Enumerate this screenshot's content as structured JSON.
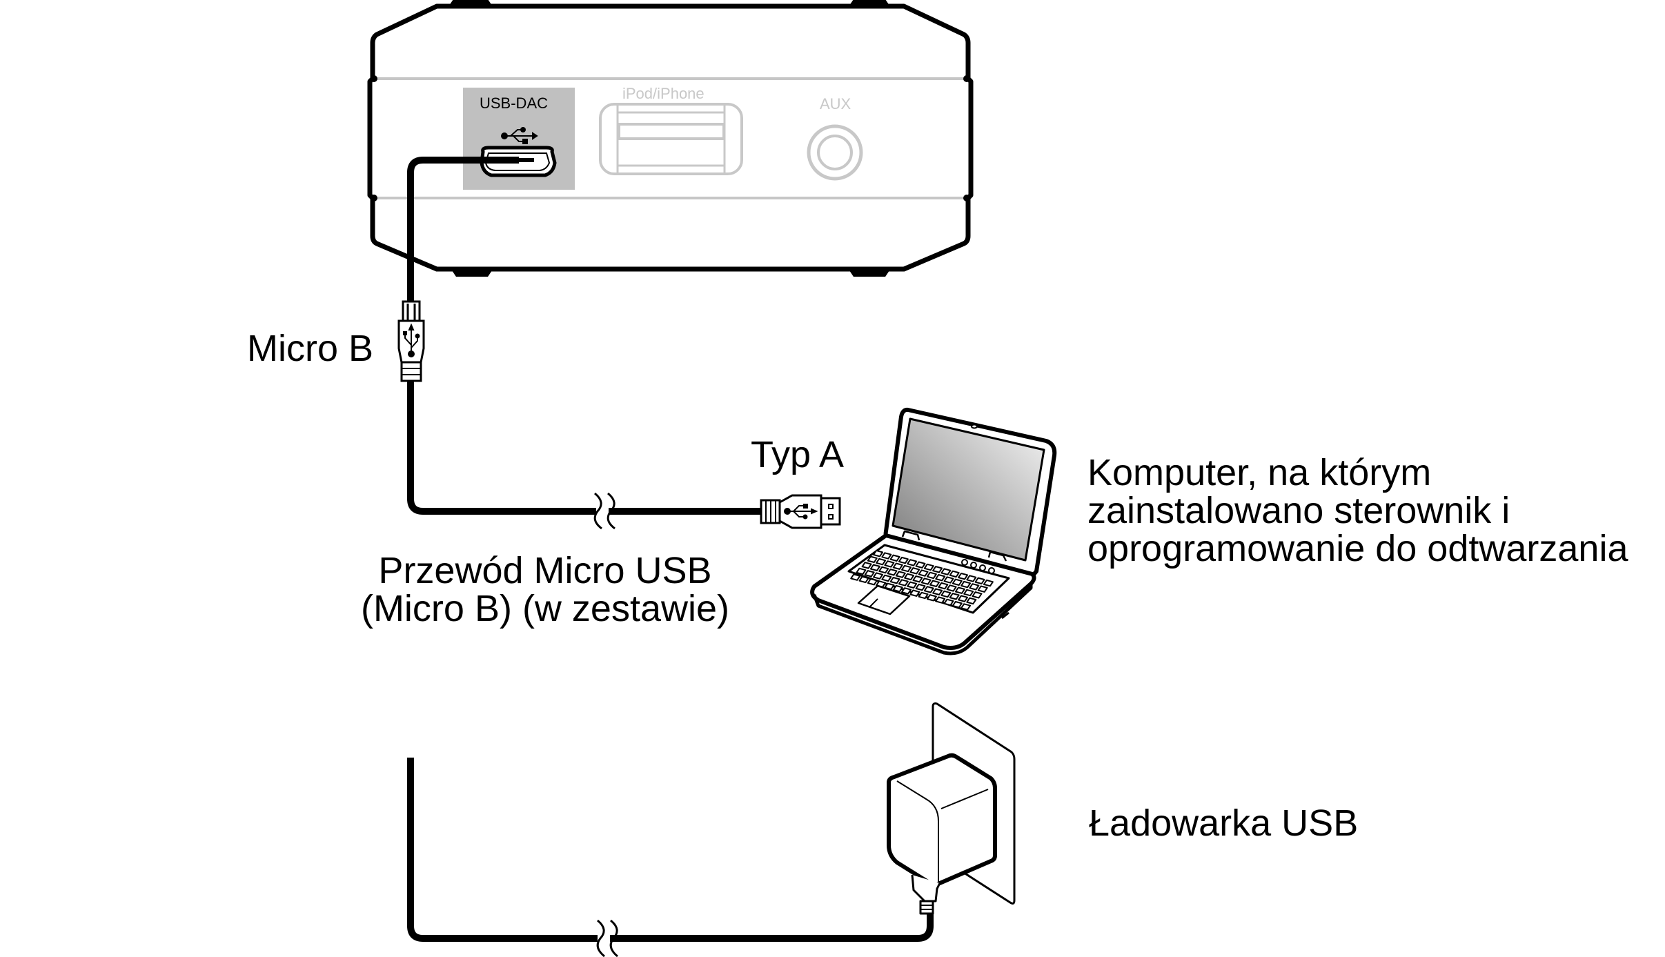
{
  "device": {
    "ports": [
      {
        "label": "USB-DAC",
        "type": "usb-micro-b",
        "highlighted": true
      },
      {
        "label": "iPod/iPhone",
        "type": "usb-a",
        "highlighted": false
      },
      {
        "label": "AUX",
        "type": "3.5mm-jack",
        "highlighted": false
      }
    ],
    "highlight_color": "#c0c0c0",
    "inactive_color": "#c8c8c8"
  },
  "labels": {
    "micro_b": "Micro B",
    "typ_a": "Typ A",
    "cable_line1": "Przewód Micro USB",
    "cable_line2": "(Micro B) (w zestawie)",
    "computer_line1": "Komputer, na którym",
    "computer_line2": "zainstalowano sterownik i",
    "computer_line3": "oprogramowanie do odtwarzania",
    "charger": "Ładowarka USB"
  },
  "icons": {
    "usb_symbol": "usb-trident-icon",
    "cable_break": "cable-break-icon",
    "laptop": "laptop-icon",
    "charger": "usb-charger-icon"
  }
}
